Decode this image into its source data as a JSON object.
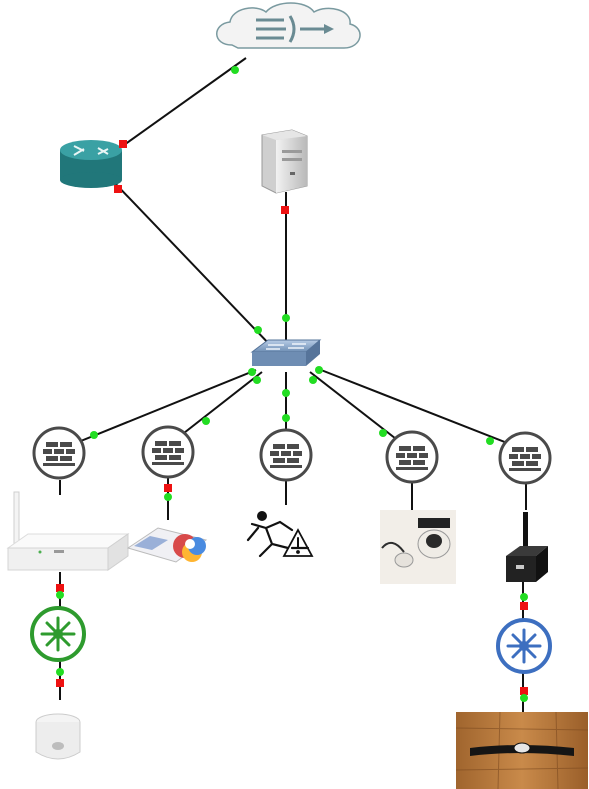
{
  "diagram": {
    "type": "network-topology",
    "nodes": [
      {
        "id": "internet",
        "kind": "cloud",
        "icon": "cloud-internet-icon"
      },
      {
        "id": "router",
        "kind": "router",
        "icon": "router-icon",
        "color": "#2d8f92"
      },
      {
        "id": "server",
        "kind": "server",
        "icon": "server-tower-icon"
      },
      {
        "id": "switch",
        "kind": "switch",
        "icon": "switch-icon",
        "color": "#8aa6c8"
      },
      {
        "id": "firewall-1",
        "kind": "firewall",
        "icon": "firewall-icon"
      },
      {
        "id": "firewall-2",
        "kind": "firewall",
        "icon": "firewall-icon"
      },
      {
        "id": "firewall-3",
        "kind": "firewall",
        "icon": "firewall-icon"
      },
      {
        "id": "firewall-4",
        "kind": "firewall",
        "icon": "firewall-icon"
      },
      {
        "id": "firewall-5",
        "kind": "firewall",
        "icon": "firewall-icon"
      },
      {
        "id": "gateway-box",
        "kind": "device",
        "icon": "wireless-gateway-icon"
      },
      {
        "id": "sensor-cards",
        "kind": "device",
        "icon": "sensor-cards-icon"
      },
      {
        "id": "fall-detection",
        "kind": "device",
        "icon": "fall-detection-icon"
      },
      {
        "id": "panic-pendant",
        "kind": "device",
        "icon": "panic-pendant-icon"
      },
      {
        "id": "lte-modem",
        "kind": "device",
        "icon": "lte-modem-icon"
      },
      {
        "id": "hub-green",
        "kind": "hub",
        "icon": "hub-arrows-icon",
        "color": "#2e9b2e"
      },
      {
        "id": "hub-blue",
        "kind": "hub",
        "icon": "hub-arrows-icon",
        "color": "#3d6fc0"
      },
      {
        "id": "motion-sensor",
        "kind": "device",
        "icon": "motion-sensor-icon"
      },
      {
        "id": "chest-strap",
        "kind": "device",
        "icon": "chest-strap-icon"
      }
    ],
    "links": [
      {
        "from": "internet",
        "to": "router",
        "status": [
          "up",
          "down"
        ]
      },
      {
        "from": "router",
        "to": "switch",
        "status": [
          "down",
          "up"
        ]
      },
      {
        "from": "server",
        "to": "switch",
        "status": [
          "down",
          "up"
        ]
      },
      {
        "from": "switch",
        "to": "firewall-1",
        "status": [
          "up",
          "up"
        ]
      },
      {
        "from": "switch",
        "to": "firewall-2",
        "status": [
          "up",
          "up"
        ]
      },
      {
        "from": "switch",
        "to": "firewall-3",
        "status": [
          "up",
          "up"
        ]
      },
      {
        "from": "switch",
        "to": "firewall-4",
        "status": [
          "up",
          "up"
        ]
      },
      {
        "from": "switch",
        "to": "firewall-5",
        "status": [
          "up",
          "up"
        ]
      },
      {
        "from": "firewall-2",
        "to": "sensor-cards",
        "status": [
          "down",
          "up"
        ]
      },
      {
        "from": "gateway-box",
        "to": "hub-green",
        "status": [
          "down",
          "up"
        ]
      },
      {
        "from": "hub-green",
        "to": "motion-sensor",
        "status": [
          "up",
          "down"
        ]
      },
      {
        "from": "lte-modem",
        "to": "hub-blue",
        "status": [
          "down",
          "up"
        ]
      },
      {
        "from": "hub-blue",
        "to": "chest-strap",
        "status": [
          "down",
          "up"
        ]
      }
    ],
    "status_colors": {
      "up": "#22dd22",
      "down": "#ee1111"
    }
  }
}
